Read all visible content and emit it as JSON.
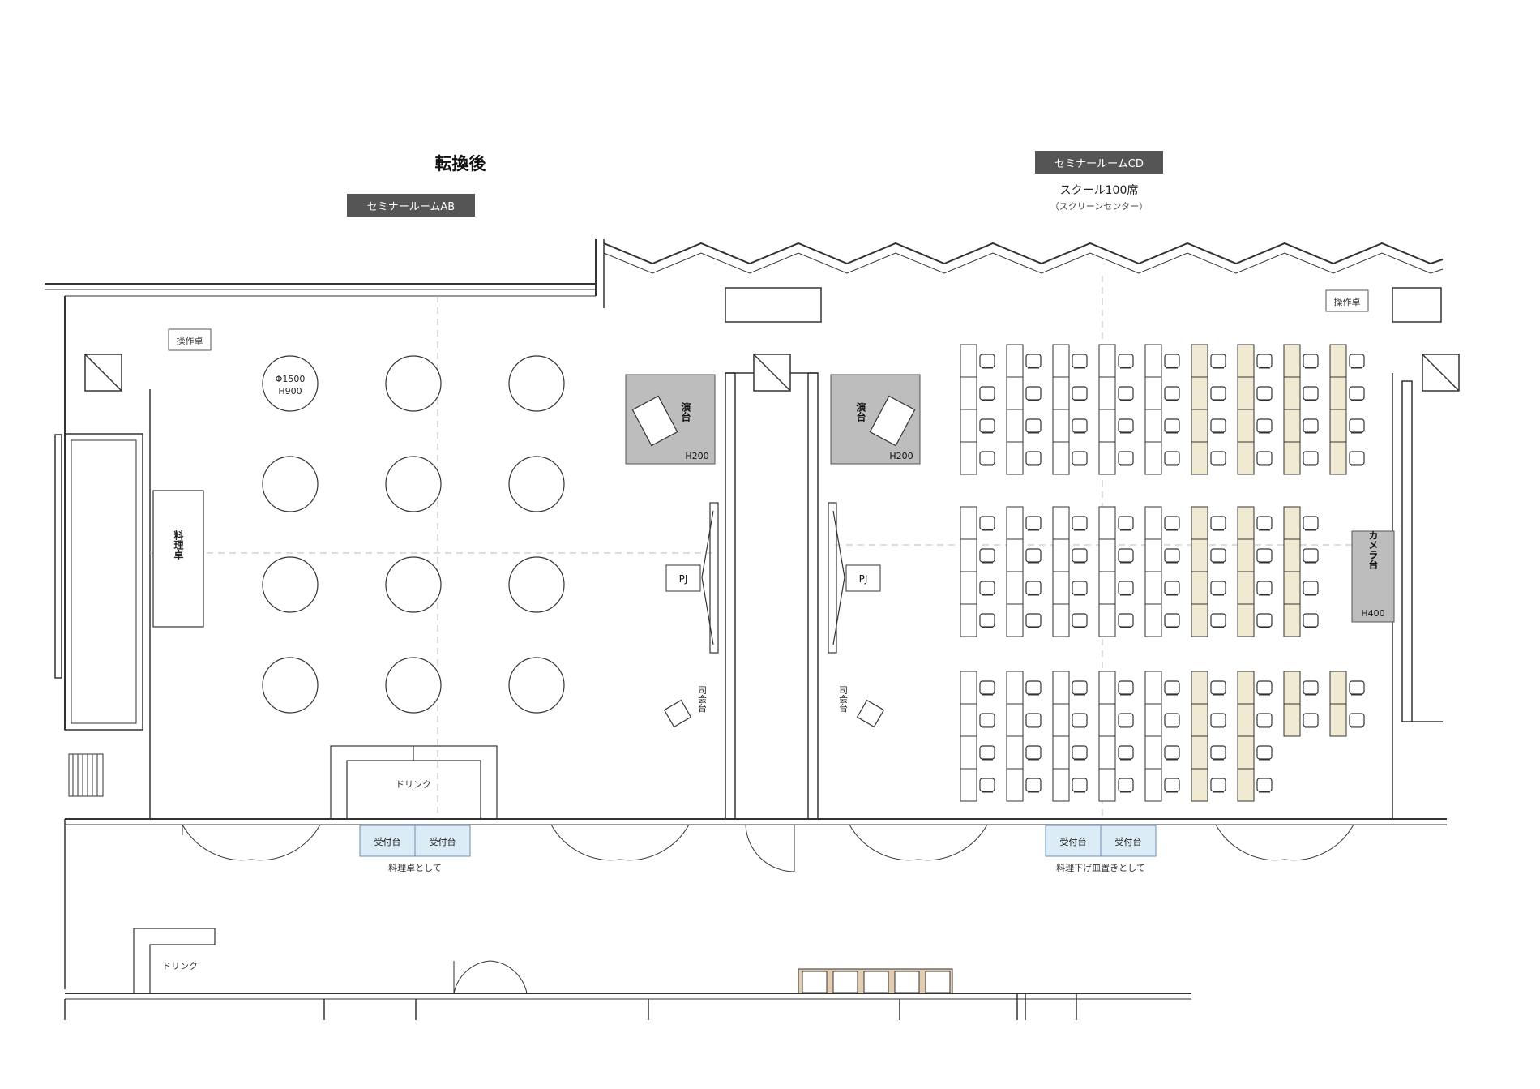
{
  "page": {
    "title": "転換後"
  },
  "room_ab": {
    "name_badge": "セミナールームAB",
    "console_label": "操作卓",
    "table_spec": [
      "Φ1500",
      "H900"
    ],
    "stage_label": "演台",
    "stage_height": "H200",
    "cooking_table": "料理卓",
    "projector": "PJ",
    "mc_stand": "司会台",
    "drink_label": "ドリンク",
    "reception": [
      "受付台",
      "受付台"
    ],
    "reception_note": "料理卓として"
  },
  "room_cd": {
    "name_badge": "セミナールームCD",
    "layout_title": "スクール100席",
    "layout_note": "（スクリーンセンター）",
    "console_label": "操作卓",
    "stage_label": "演台",
    "stage_height": "H200",
    "camera_stand": "カメラ台",
    "camera_height": "H400",
    "projector": "PJ",
    "mc_stand": "司会台",
    "reception": [
      "受付台",
      "受付台"
    ],
    "reception_note": "料理下げ皿置きとして"
  },
  "corridor": {
    "drink_label": "ドリンク"
  },
  "colors": {
    "badge_bg": "#555555",
    "stage_fill": "#bdbdbd",
    "reception_fill": "#dcecf7",
    "highlight_desk": "#f0ead2",
    "bench_fill": "#e3cdb0",
    "wall": "#333333"
  }
}
